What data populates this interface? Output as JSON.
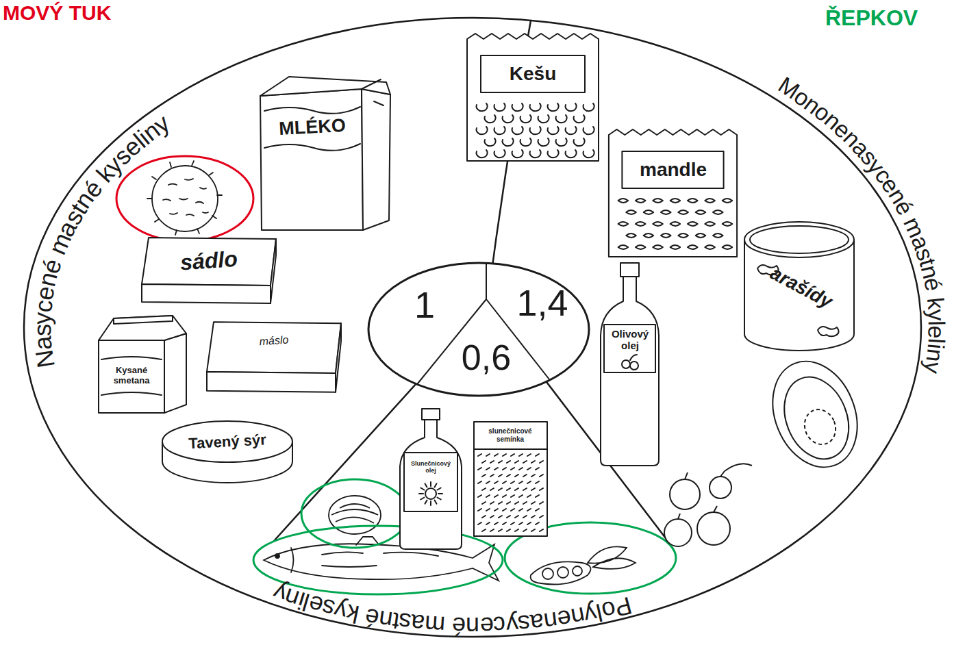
{
  "diagram": {
    "nodes": [
      {
        "text": [
          "1",
          "1,4",
          "0,6"
        ]
      },
      {
        "text": [
          "MLÉKO"
        ]
      },
      {
        "text": [
          "sádlo"
        ]
      },
      {
        "text": [
          "Kysané smetana"
        ]
      },
      {
        "text": [
          "máslo"
        ]
      },
      {
        "text": [
          "Tavený sýr"
        ]
      },
      {
        "text": [
          "Kešu"
        ]
      },
      {
        "text": [
          "mandle"
        ]
      },
      {
        "text": [
          "arašídy"
        ]
      },
      {
        "text": [
          "Olivový olej"
        ]
      },
      {
        "text": [
          "Slunečnicový olej"
        ]
      },
      {
        "text": [
          "slunečnicové semínka"
        ]
      }
    ],
    "labels": [
      "MOVÝ TUK",
      "ŘEPKOV",
      "Nasycené mastné kyseliny",
      "Mononenasycené mastné kyleliny",
      "Polynenasycené mastné kyseliny"
    ]
  }
}
